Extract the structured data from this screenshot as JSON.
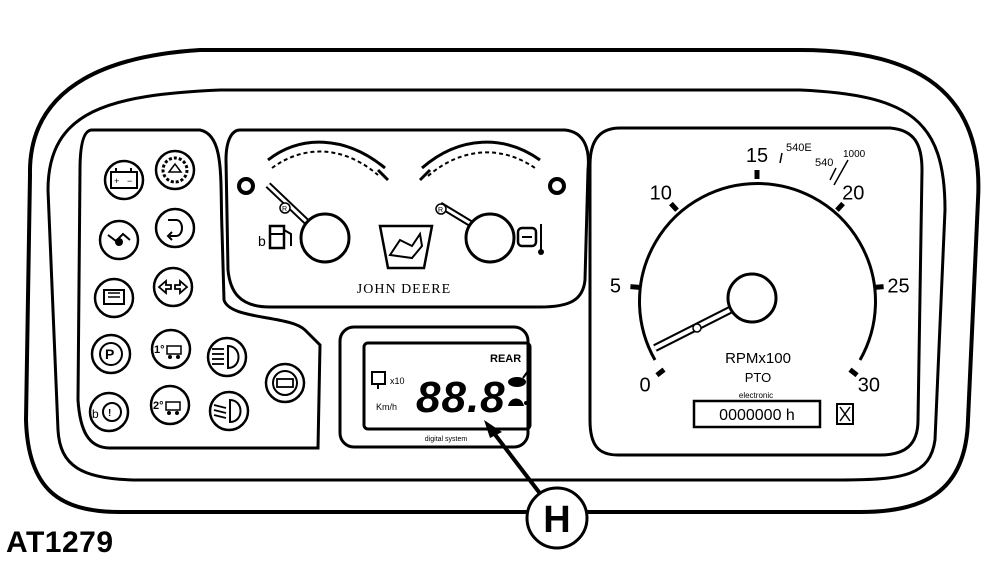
{
  "figure_id": "AT1279",
  "callout": "H",
  "brand": "JOHN DEERE",
  "display": {
    "rear_label": "REAR",
    "digits": "88.8",
    "unit_label": "Km/h",
    "multiplier_label": "x10",
    "footer_label": "digital system"
  },
  "tachometer": {
    "ticks": [
      "0",
      "5",
      "10",
      "15",
      "20",
      "25",
      "30"
    ],
    "pto_marks": [
      "540E",
      "540",
      "1000"
    ],
    "title": "RPMx100",
    "subtitle": "PTO",
    "hour_meter_label": "electronic",
    "hour_meter_value": "0000000 h"
  },
  "gauges": {
    "fuel_mark": "R",
    "temp_mark": "R"
  },
  "indicator_labels": {
    "first_range": "1°",
    "second_range": "2°"
  },
  "icons": [
    "battery-icon",
    "sediment-filter-icon",
    "oil-pressure-icon",
    "hitch-control-icon",
    "air-filter-icon",
    "turn-signal-icon",
    "parking-brake-icon",
    "first-range-icon",
    "high-beam-icon",
    "brake-fluid-icon",
    "second-range-icon",
    "low-beam-icon",
    "four-wheel-drive-icon",
    "fuel-icon",
    "coolant-temp-icon",
    "john-deere-logo-icon",
    "rabbit-icon",
    "turtle-icon",
    "hour-glass-icon"
  ]
}
